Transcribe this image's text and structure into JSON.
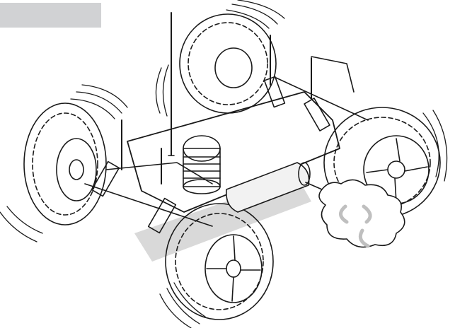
{
  "header": {
    "tab_label": ""
  },
  "illustration": {
    "subject": "rc-monster-truck-running",
    "colors": {
      "line": "#1a1a1a",
      "shadow": "#d9d9d9",
      "tab": "#d1d2d4",
      "exhaust_puff": "#bfbfbf"
    },
    "elements": [
      "antenna",
      "front-left-wheel",
      "front-right-wheel",
      "rear-left-wheel",
      "rear-right-wheel",
      "engine",
      "exhaust-pipe",
      "shock-absorbers",
      "exhaust-smoke-cloud",
      "vibration-lines"
    ]
  }
}
